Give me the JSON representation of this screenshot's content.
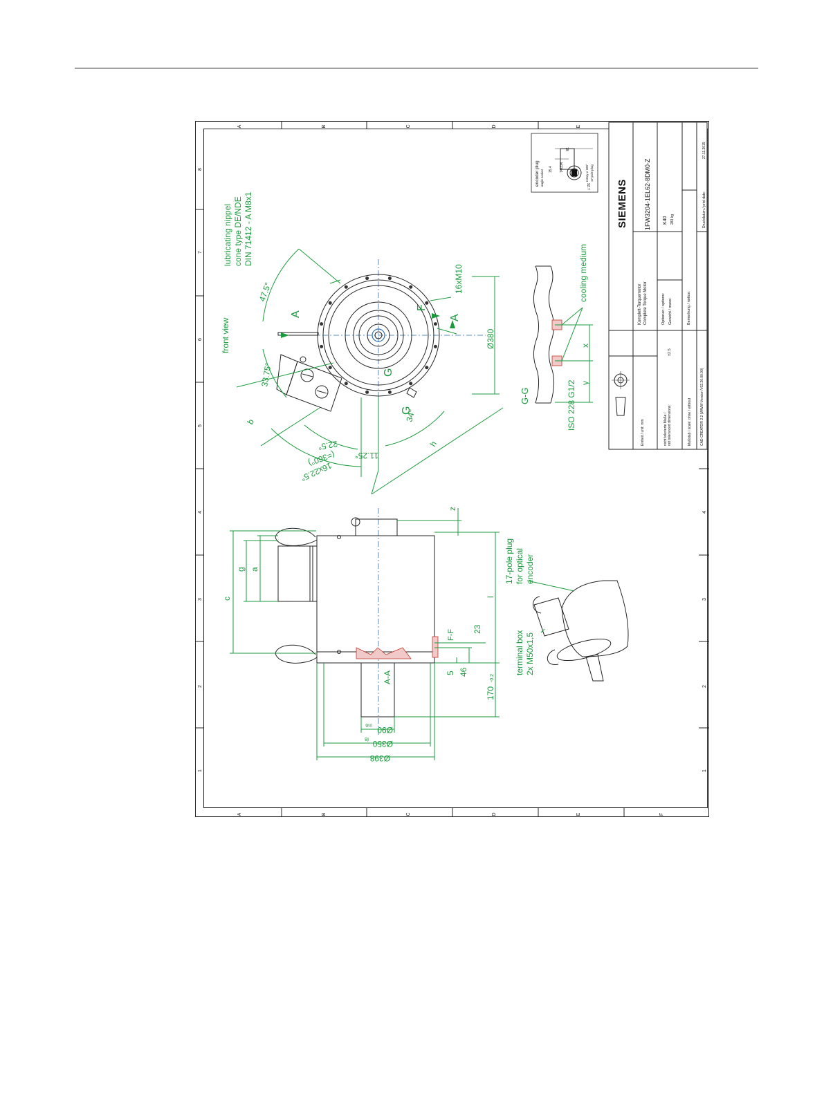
{
  "sheet": {
    "grid_letters_top": [
      "A",
      "B",
      "C",
      "D",
      "E"
    ],
    "grid_letters_bottom": [
      "A",
      "B",
      "C",
      "D",
      "E",
      "F"
    ],
    "grid_numbers": [
      "8",
      "7",
      "6",
      "5",
      "4",
      "3",
      "2",
      "1"
    ]
  },
  "front_view": {
    "title": "front view",
    "nipple_note": [
      "lubricating nippel",
      "cone type DE/NDE",
      "DIN 71412 - A M8x1"
    ],
    "section_a": "A",
    "section_f": "F",
    "section_g": "G",
    "angle_47_5": "47.5°",
    "angle_33_75": "33.75°",
    "angle_22_5": "22.5°",
    "angle_16x22_5": "16x22.5°",
    "angle_360": "(=360°)",
    "angle_11_25": "11.25°",
    "angle_34": "34°",
    "dim_b": "b",
    "dim_h": "h",
    "holes": "16xM10",
    "bolt_circle": "Ø380"
  },
  "section_gg": {
    "title": "G-G",
    "thread": "ISO 228 G1/2",
    "cooling": "cooling medium",
    "dim_x": "x",
    "dim_y": "y"
  },
  "side_view": {
    "dim_c": "c",
    "dim_g": "g",
    "dim_a": "a",
    "dim_z": "z",
    "dim_l": "l",
    "dim_5": "5",
    "dim_46": "46",
    "dim_23": "23",
    "dim_170": "170",
    "dim_170_tol": "-0.2",
    "section_aa": "A-A",
    "section_ff": "F-F",
    "dia_90": "Ø90",
    "dia_90_fit": "m6",
    "dia_350": "Ø350",
    "dia_350_fit": "f8",
    "dia_398": "Ø398"
  },
  "iso_view": {
    "plug_note": [
      "17-pole plug",
      "for optical",
      "encoder"
    ],
    "terminal_note": [
      "terminal box",
      "2x M50x1,5"
    ]
  },
  "encoder_detail": {
    "title": "encoder plug",
    "subtitle": "angle socket",
    "dim_m23": "M23x1",
    "dim_78": "78",
    "dim_92_7": "92.7",
    "dim_15_4": "15.4",
    "rotation": "rotary ≤ 180°",
    "pole": "17-pole plug"
  },
  "title_block": {
    "brand": "SIEMENS",
    "product_de": "Komplett-Torquemotor",
    "product_en": "Complete Torque Motor",
    "order_no": "1FW3204-1EL62-8DM0-Z",
    "options_label": "Optionen / options:",
    "options_value": "K40",
    "mass_label": "Gewicht / mass:",
    "mass_value": "283 kg",
    "remark_label": "Bemerkung / notice:",
    "print_label": "Druckdatum / print date:",
    "print_date": "27.11.2019",
    "unit_label": "Einheit / unit: mm",
    "tol_label_1": "nicht tolerierte Maße /",
    "tol_label_2": "not toleranced dimensions:",
    "tol_value": "±2.5",
    "scale_label": "Maßstab / scale: ohne / without",
    "creator": "CAD CREATOR 2.2 (WWW-Version V02.20.00.00)"
  }
}
